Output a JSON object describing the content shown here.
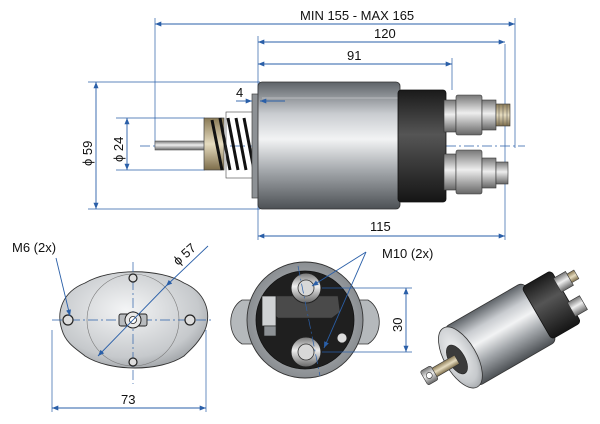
{
  "side_view": {
    "dim_total": "MIN 155 - MAX 165",
    "dim_120": "120",
    "dim_91": "91",
    "dim_4": "4",
    "dim_d59": "ϕ 59",
    "dim_d24": "ϕ 24",
    "dim_115": "115"
  },
  "front_view": {
    "label_m6": "M6 (2x)",
    "dim_d57": "ϕ 57",
    "dim_73": "73"
  },
  "rear_view": {
    "label_m10": "M10 (2x)",
    "dim_30": "30"
  },
  "colors": {
    "dimension_line": "#2a5fa8",
    "body_metal": "#9aa0a6",
    "dark_cap": "#2b2b2b"
  }
}
